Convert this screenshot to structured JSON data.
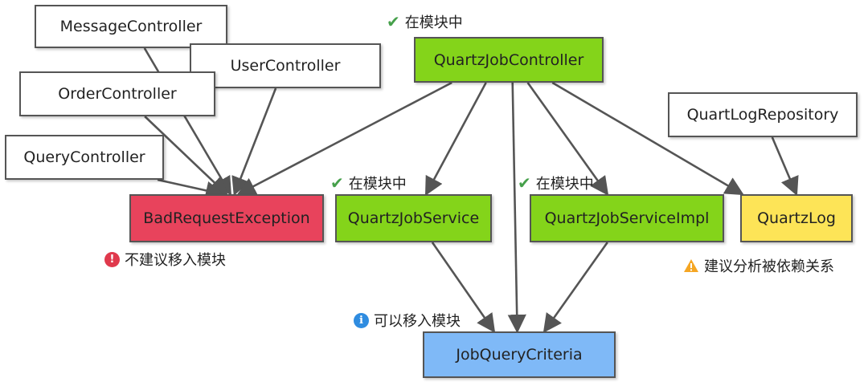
{
  "nodes": {
    "message_controller": "MessageController",
    "user_controller": "UserController",
    "order_controller": "OrderController",
    "query_controller": "QueryController",
    "quartz_job_controller": "QuartzJobController",
    "quart_log_repository": "QuartLogRepository",
    "bad_request_exception": "BadRequestException",
    "quartz_job_service": "QuartzJobService",
    "quartz_job_service_impl": "QuartzJobServiceImpl",
    "quartz_log": "QuartzLog",
    "job_query_criteria": "JobQueryCriteria"
  },
  "annotations": {
    "in_module_top": "在模块中",
    "in_module_service": "在模块中",
    "in_module_impl": "在模块中",
    "not_recommended": "不建议移入模块",
    "analyze_dependency": "建议分析被依赖关系",
    "can_move": "可以移入模块"
  },
  "icons": {
    "in_module": "check-icon",
    "not_recommended": "error-icon",
    "analyze_dependency": "warning-icon",
    "can_move": "info-icon"
  },
  "colors": {
    "error_node": "#e8435c",
    "in_module_node": "#84d41a",
    "warning_node": "#fde457",
    "info_node": "#7fb9f7",
    "arrow": "#555555"
  },
  "edges": [
    [
      "message_controller",
      "bad_request_exception"
    ],
    [
      "order_controller",
      "bad_request_exception"
    ],
    [
      "query_controller",
      "bad_request_exception"
    ],
    [
      "user_controller",
      "bad_request_exception"
    ],
    [
      "quartz_job_controller",
      "bad_request_exception"
    ],
    [
      "quartz_job_controller",
      "quartz_job_service"
    ],
    [
      "quartz_job_controller",
      "job_query_criteria"
    ],
    [
      "quartz_job_controller",
      "quartz_job_service_impl"
    ],
    [
      "quartz_job_controller",
      "quartz_log"
    ],
    [
      "quart_log_repository",
      "quartz_log"
    ],
    [
      "quartz_job_service",
      "job_query_criteria"
    ],
    [
      "quartz_job_service_impl",
      "job_query_criteria"
    ]
  ]
}
